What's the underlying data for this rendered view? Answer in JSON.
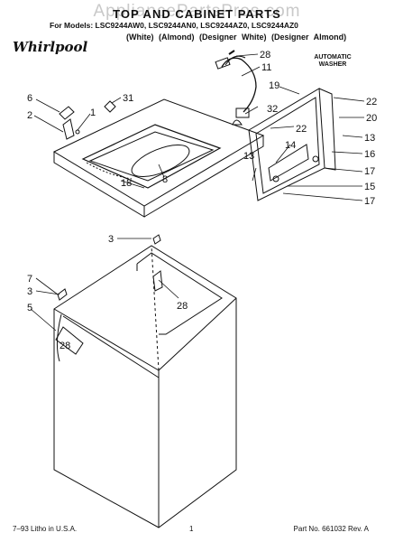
{
  "watermark": "AppliancePartsPros.com",
  "title": "TOP AND CABINET PARTS",
  "models_line": "For Models: LSC9244AW0, LSC9244AN0, LSC9244AZ0, LSC9244AZ0",
  "variants_line": "(White)  (Almond)  (Designer White)  (Designer Almond)",
  "brand": "Whirlpool",
  "product": [
    "AUTOMATIC",
    "WASHER"
  ],
  "footer": {
    "litho": "7–93 Litho in U.S.A.",
    "page": "1",
    "part_no": "Part No. 661032  Rev. A"
  },
  "callouts": {
    "c28_top": "28",
    "c11": "11",
    "c6": "6",
    "c31": "31",
    "c2": "2",
    "c1": "1",
    "c32": "32",
    "c19": "19",
    "c22a": "22",
    "c22b": "22",
    "c20": "20",
    "c14": "14",
    "c13a": "13",
    "c13b": "13",
    "c16": "16",
    "c17a": "17",
    "c17b": "17",
    "c15": "15",
    "c18": "18",
    "c8": "8",
    "c3a": "3",
    "c7": "7",
    "c28_mid": "28",
    "c3b": "3",
    "c5": "5",
    "c28_side": "28"
  }
}
